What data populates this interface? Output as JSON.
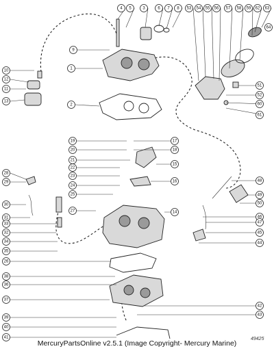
{
  "callouts": [
    "1",
    "2",
    "3",
    "4",
    "5",
    "6",
    "7",
    "8",
    "9",
    "10",
    "11",
    "12",
    "13",
    "14",
    "15",
    "16",
    "17",
    "18",
    "19",
    "20",
    "21",
    "22",
    "23",
    "24",
    "25",
    "26",
    "27",
    "28",
    "29",
    "30",
    "31",
    "32",
    "33",
    "34",
    "35",
    "36",
    "37",
    "38",
    "39",
    "40",
    "41",
    "42",
    "43",
    "44",
    "45",
    "46",
    "47",
    "48",
    "49",
    "50",
    "51",
    "52",
    "53",
    "54",
    "55",
    "56",
    "57",
    "58",
    "59",
    "60",
    "61",
    "62",
    "63",
    "64"
  ],
  "footer": {
    "text": "MercuryPartsOnline v2.5.1 (Image Copyright- Mercury Marine)",
    "figure_number": "49425"
  }
}
